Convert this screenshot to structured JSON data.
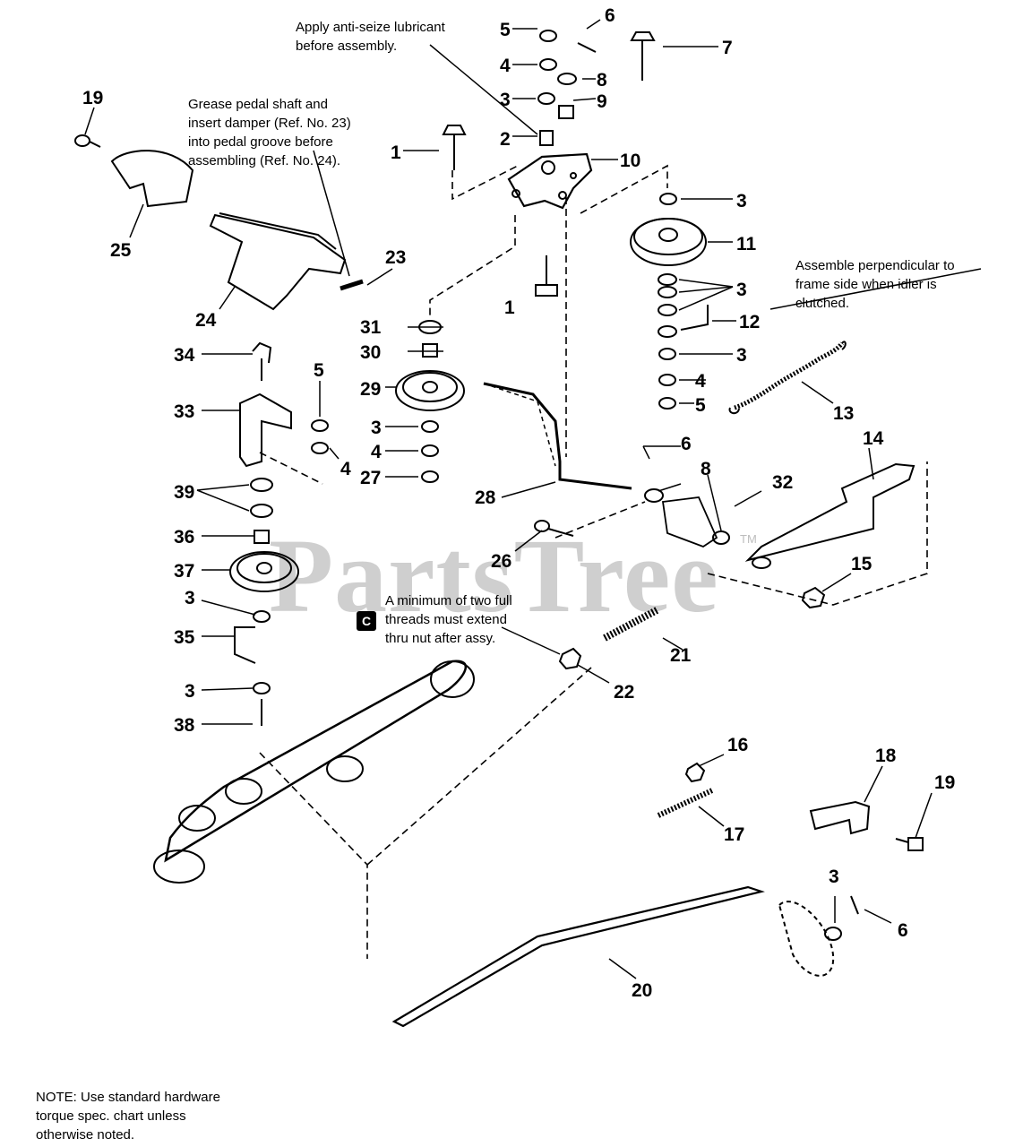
{
  "notes": {
    "anti_seize": "Apply anti-seize lubricant\nbefore assembly.",
    "grease": "Grease pedal shaft and\ninsert damper (Ref. No. 23)\ninto pedal groove before\nassembling (Ref. No. 24).",
    "perpendicular": "Assemble perpendicular to\nframe side when idler is\nclutched.",
    "threads": "A minimum of two full\nthreads must extend\nthru nut after assy.",
    "torque": "NOTE: Use standard hardware\ntorque spec. chart unless\notherwise noted."
  },
  "callout_badge": "C",
  "watermark": "PartsTree",
  "trademark": "TM",
  "part_numbers": [
    "1",
    "2",
    "3",
    "4",
    "5",
    "6",
    "7",
    "8",
    "9",
    "10",
    "11",
    "12",
    "13",
    "14",
    "15",
    "16",
    "17",
    "18",
    "19",
    "20",
    "21",
    "22",
    "23",
    "24",
    "25",
    "26",
    "27",
    "28",
    "29",
    "30",
    "31",
    "32",
    "33",
    "34",
    "35",
    "36",
    "37",
    "38",
    "39"
  ]
}
